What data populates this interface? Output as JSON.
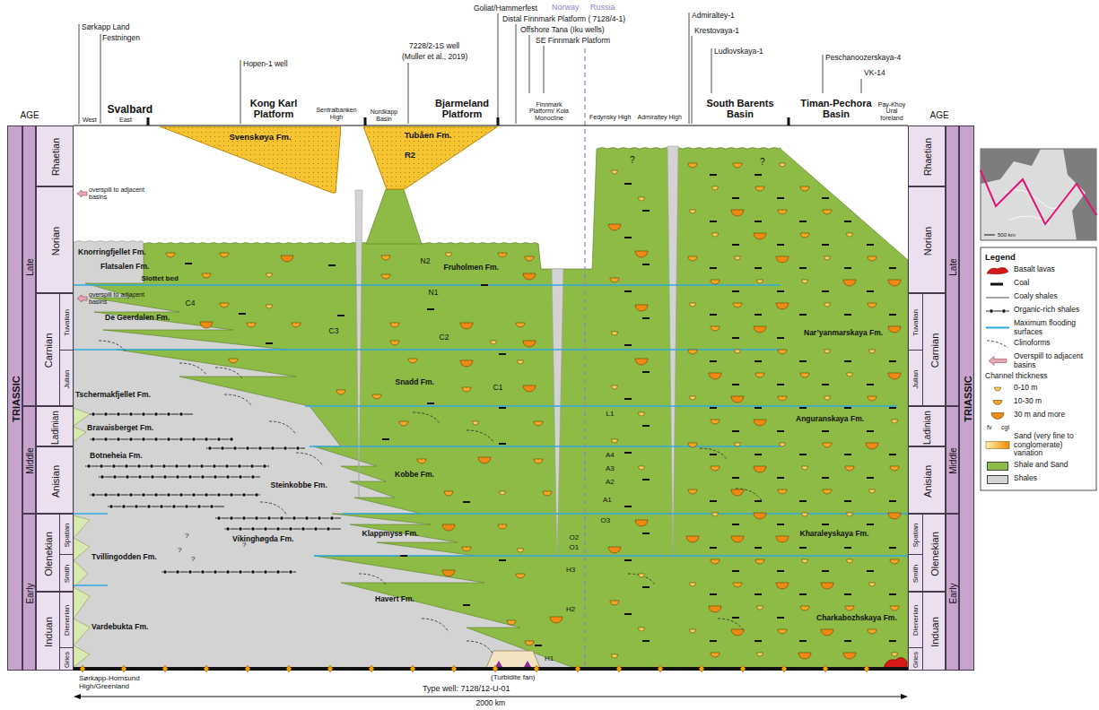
{
  "diagram": {
    "nodes": [
      {
        "text": [
          "TRIASSIC"
        ]
      },
      {
        "text": [
          "Late"
        ]
      },
      {
        "text": [
          "Middle"
        ]
      },
      {
        "text": [
          "Early"
        ]
      },
      {
        "text": [
          "Rhaetian"
        ]
      },
      {
        "text": [
          "Norian"
        ]
      },
      {
        "text": [
          "Carnian",
          "Tuvalian",
          "Julian"
        ]
      },
      {
        "text": [
          "Ladinian"
        ]
      },
      {
        "text": [
          "Anisian"
        ]
      },
      {
        "text": [
          "Olenekian",
          "Spatian",
          "Smith"
        ]
      },
      {
        "text": [
          "Induan",
          "Dienerian",
          "Gries"
        ]
      },
      {
        "text": [
          "Rhaetian"
        ]
      },
      {
        "text": [
          "Norian"
        ]
      },
      {
        "text": [
          "Carnian",
          "Tuvalian",
          "Julian"
        ]
      },
      {
        "text": [
          "Ladinian"
        ]
      },
      {
        "text": [
          "Anisian"
        ]
      },
      {
        "text": [
          "Olenekian",
          "Spatian",
          "Smith"
        ]
      },
      {
        "text": [
          "Induan",
          "Dienerian",
          "Gries"
        ]
      },
      {
        "text": [
          "Late"
        ]
      },
      {
        "text": [
          "Middle"
        ]
      },
      {
        "text": [
          "Early"
        ]
      },
      {
        "text": [
          "TRIASSIC"
        ]
      },
      {
        "text": [
          "Svenskøya Fm."
        ]
      },
      {
        "text": [
          "Tubåen Fm.",
          "R2"
        ]
      }
    ],
    "labels": [
      "AGE",
      "AGE",
      "Sørkapp Land",
      "Festningen",
      "Svalbard",
      "West",
      "East",
      "Hopen-1 well",
      "Kong Karl Platform",
      "Sentralbanken High",
      "7228/2-1S well",
      "(Muller et al., 2019)",
      "Nordkapp Basin",
      "Bjarmeland Platform",
      "Goliat/Hammerfest",
      "Distal Finnmark Platform ( 7128/4-1)",
      "Offshore Tana (Iku wells)",
      "SE Finnmark Platform",
      "Finnmark Platform/ Kola Monocline",
      "Norway",
      "Russia",
      "Fedynsky High",
      "Admiraltey-1",
      "Krestovaya-1",
      "Ludlovskaya-1",
      "Admiraltey High",
      "South Barents Basin",
      "Peschanoozerskaya-4",
      "VK-14",
      "Timan-Pechora Basin",
      "Pay-Khoy Ural foreland",
      "overspill to adjacent basins",
      "Knorringfjellet Fm.",
      "Flatsalen Fm.",
      "Slottet bed",
      "overspill to adjacent basins",
      "C4",
      "De Geerdalen Fm.",
      "C3",
      "N2",
      "Fruholmen Fm.",
      "N1",
      "C2",
      "Snadd Fm.",
      "C1",
      "Tschermakfjellet Fm.",
      "L1",
      "Bravaisberget Fm.",
      "Botneheia Fm.",
      "A4",
      "A3",
      "A2",
      "Kobbe Fm.",
      "Steinkobbe Fm.",
      "A1",
      "O3",
      "Klappmyss Fm.",
      "O2",
      "O1",
      "Vikinghøgda Fm.",
      "Tvillingodden Fm.",
      "H3",
      "Havert Fm.",
      "H2",
      "Vardebukta Fm.",
      "H1",
      "(Turbidite fan)",
      "Sørkapp-Hornsund High/Greenland",
      "Type well: 7128/12-U-01",
      "2000 km",
      "Nar’yanmarskaya Fm.",
      "Anguranskaya Fm.",
      "Kharaleyskaya Fm.",
      "Charkabozhskaya Fm.",
      "?",
      "?",
      "?",
      "?",
      "?",
      "?",
      "500 km",
      "Legend",
      "Channel thickness",
      "fv",
      "cgl"
    ],
    "legend": [
      {
        "text": "Basalt lavas"
      },
      {
        "text": "Coal"
      },
      {
        "text": "Coaly shales"
      },
      {
        "text": "Organic-rich shales"
      },
      {
        "text": "Maximum flooding surfaces"
      },
      {
        "text": "Clinoforms"
      },
      {
        "text": "Overspill to adjacent basins"
      },
      {
        "text": "0-10 m"
      },
      {
        "text": "10-30 m"
      },
      {
        "text": "30 m and more"
      },
      {
        "text": "Sand (very fine to conglomerate) variation"
      },
      {
        "text": "Shale and Sand",
        "color": "#8dbb45"
      },
      {
        "text": "Shales",
        "color": "#d3d3d3"
      }
    ]
  }
}
